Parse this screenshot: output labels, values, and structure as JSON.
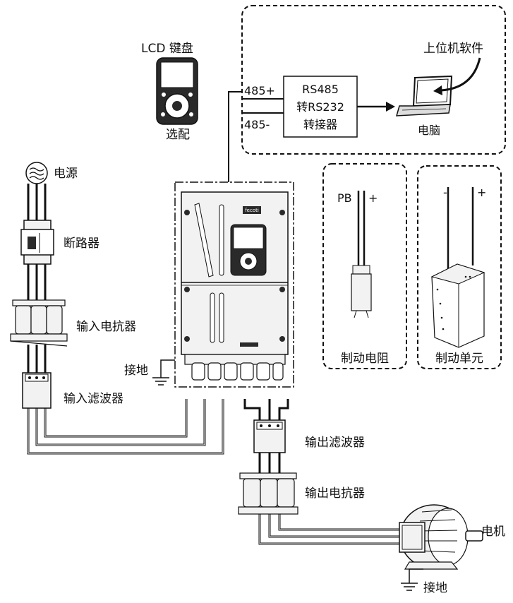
{
  "labels": {
    "lcd_keypad": "LCD 键盘",
    "optional": "选配",
    "host_software": "上位机软件",
    "port_485_plus": "485+",
    "port_485_minus": "485-",
    "converter_line1": "RS485",
    "converter_line2": "转RS232",
    "converter_line3": "转接器",
    "computer": "电脑",
    "power_source": "电源",
    "circuit_breaker": "断路器",
    "input_reactor": "输入电抗器",
    "input_filter": "输入滤波器",
    "ground": "接地",
    "output_filter": "输出滤波器",
    "output_reactor": "输出电抗器",
    "motor": "电机",
    "motor_ground": "接地",
    "pb_terminal": "PB",
    "plus_terminal": "+",
    "minus_terminal": "-",
    "braking_resistor": "制动电阻",
    "braking_unit": "制动单元",
    "brand_logo": "fecoti"
  },
  "colors": {
    "line": "#111111",
    "device_fill": "#f2f2f2",
    "dark": "#2a2a2a"
  }
}
